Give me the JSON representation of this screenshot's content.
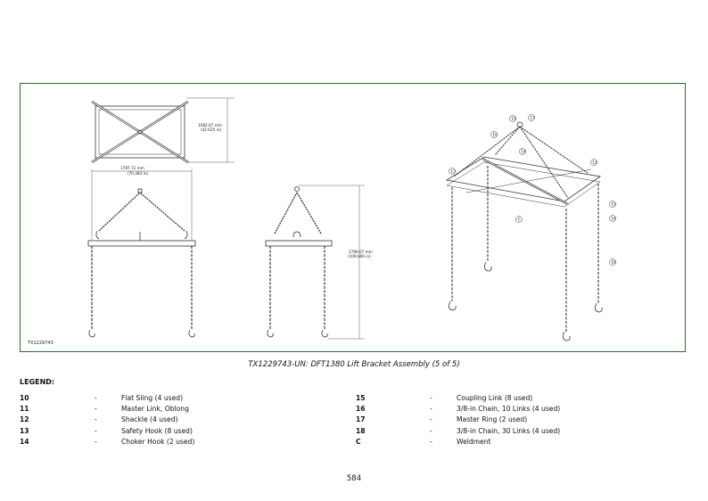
{
  "figure": {
    "id": "TX1229743",
    "dimensions": {
      "width_top": "1082.67 mm",
      "width_top_in": "(42.625 in)",
      "span": "1787.72 mm",
      "span_in": "(70.383 in)",
      "height": "2789.07 mm",
      "height_in": "(109.806 in)"
    },
    "callouts": [
      "11",
      "17",
      "10",
      "14",
      "13",
      "12",
      "C",
      "15",
      "16",
      "18"
    ]
  },
  "caption": "TX1229743-UN: DFT1380 Lift Bracket Assembly (5 of 5)",
  "legend": {
    "title": "LEGEND:",
    "dash": "-",
    "left": [
      {
        "num": "10",
        "desc": "Flat Sling (4 used)"
      },
      {
        "num": "11",
        "desc": "Master Link, Oblong"
      },
      {
        "num": "12",
        "desc": "Shackle (4 used)"
      },
      {
        "num": "13",
        "desc": "Safety Hook (8 used)"
      },
      {
        "num": "14",
        "desc": "Choker Hook (2 used)"
      }
    ],
    "right": [
      {
        "num": "15",
        "desc": "Coupling Link (8 used)"
      },
      {
        "num": "16",
        "desc": "3/8-in Chain, 10 Links (4 used)"
      },
      {
        "num": "17",
        "desc": "Master Ring (2 used)"
      },
      {
        "num": "18",
        "desc": "3/8-in Chain, 30 Links (4 used)"
      },
      {
        "num": "C",
        "desc": "Weldment"
      }
    ]
  },
  "page_number": "584"
}
